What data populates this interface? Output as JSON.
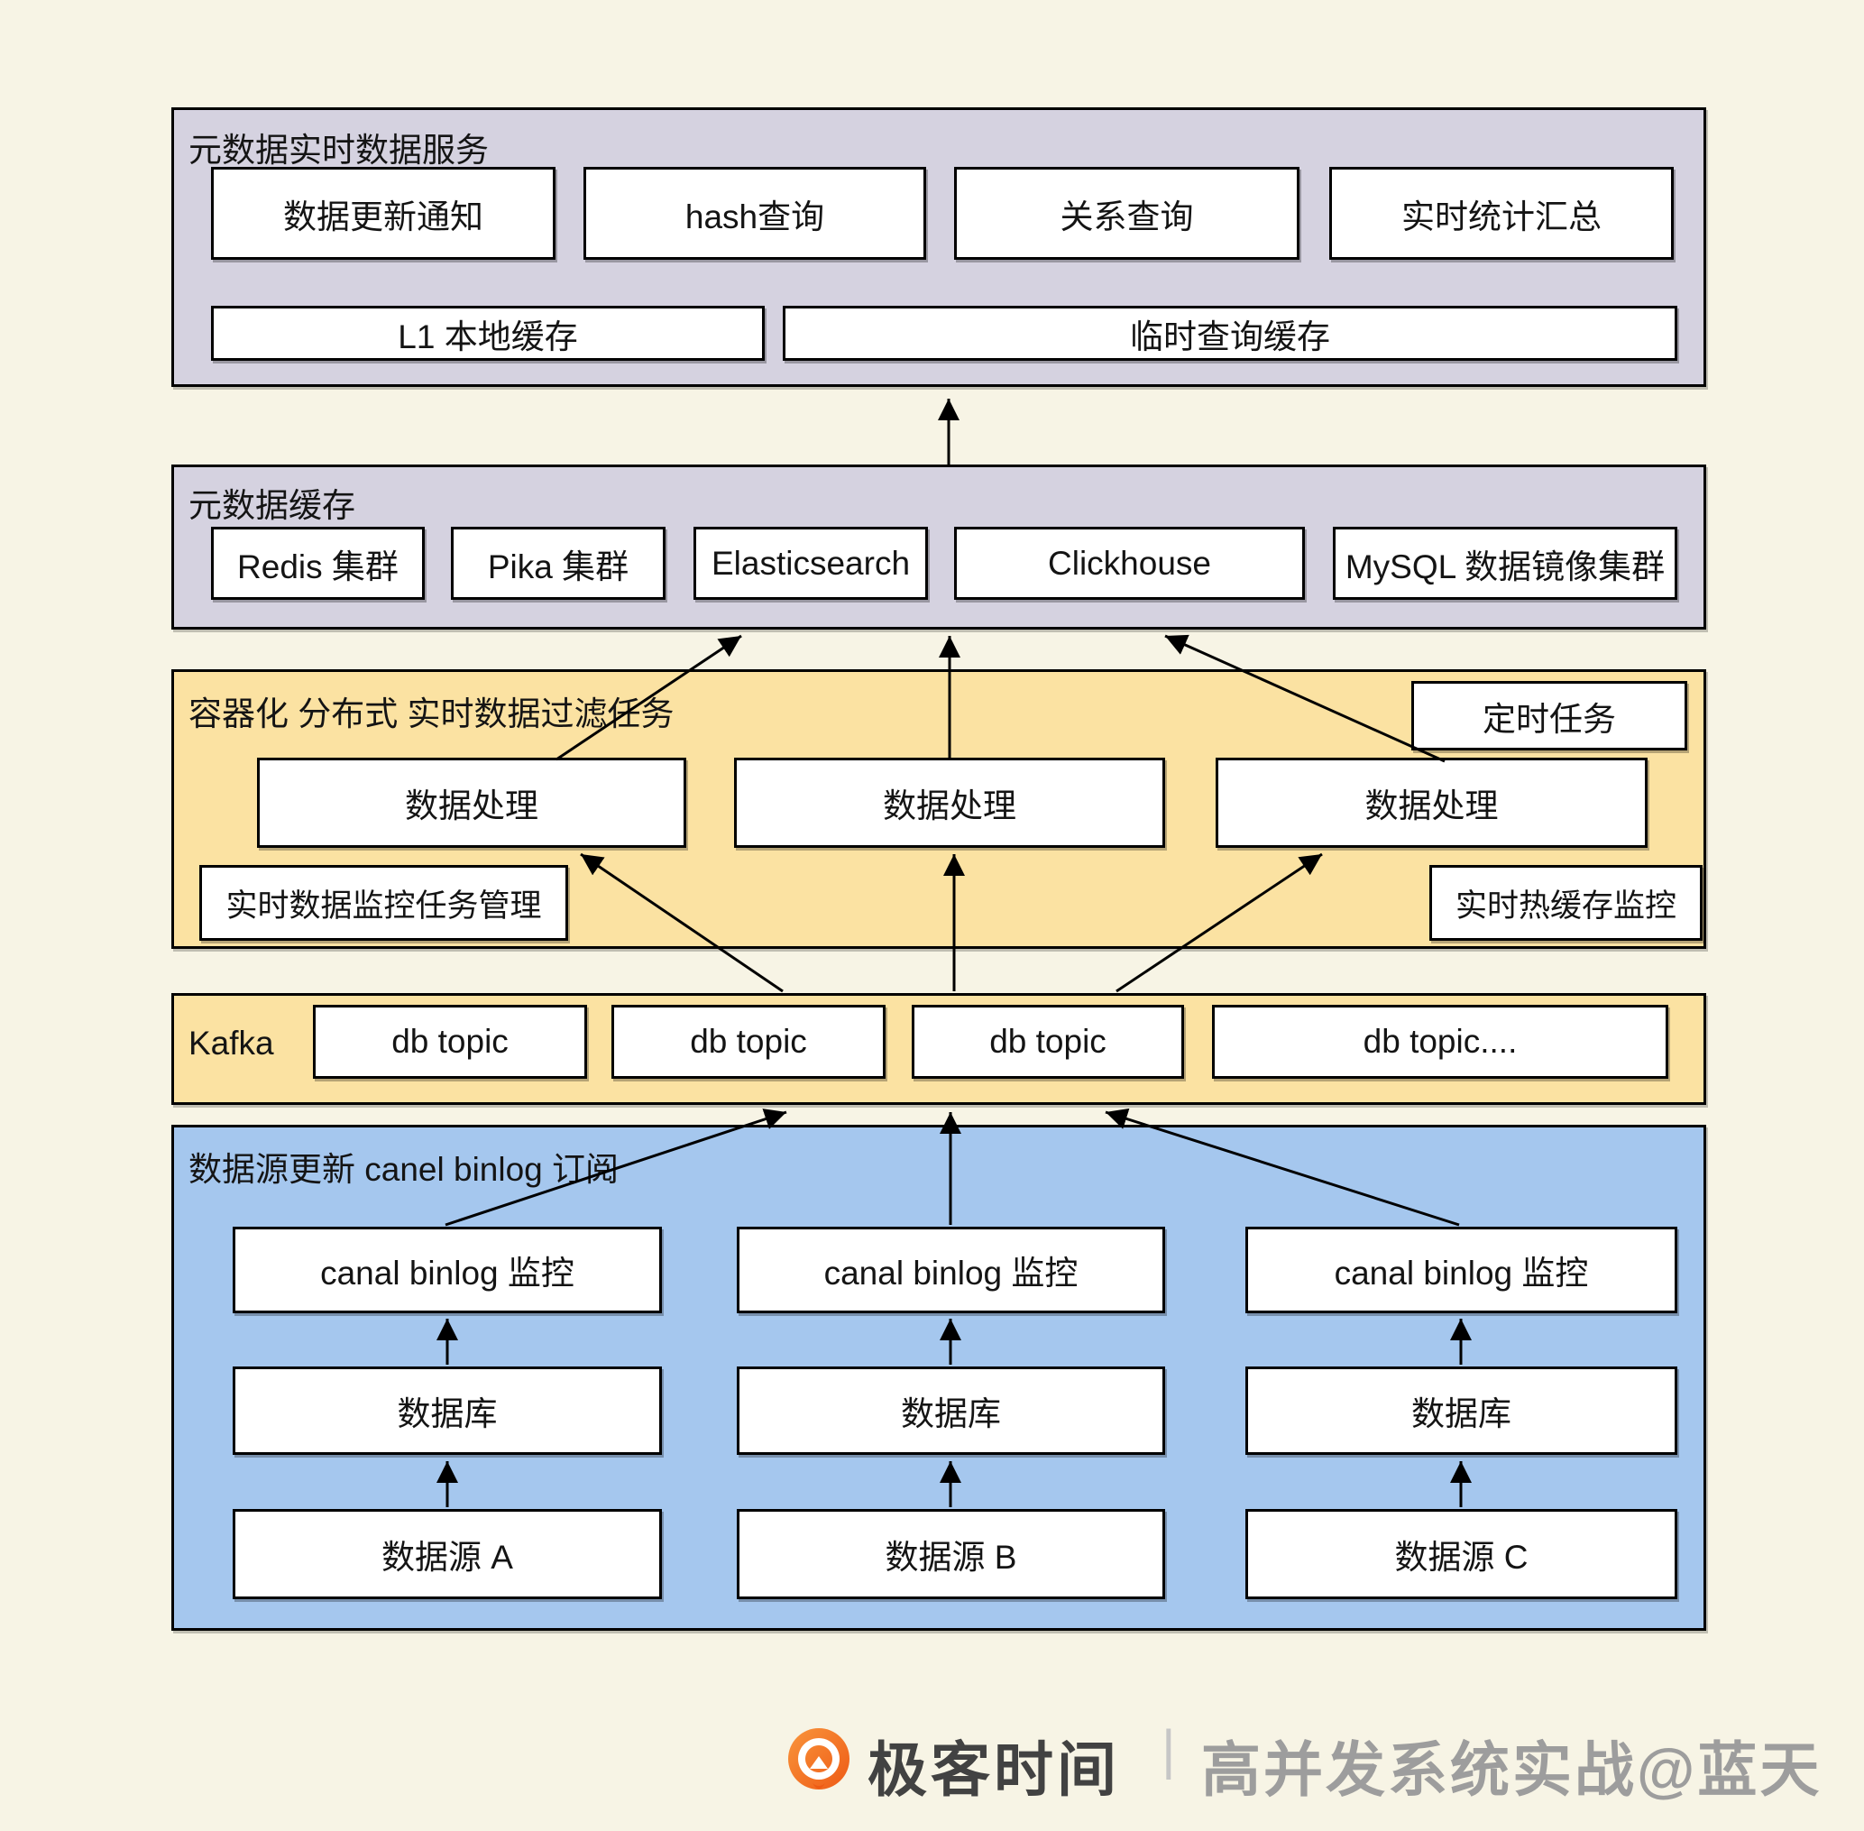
{
  "colors": {
    "background": "#f7f4e5",
    "layer_purple": "#d5d2e0",
    "layer_yellow": "#fbe2a2",
    "layer_blue": "#a5c7ee",
    "box_fill": "#ffffff",
    "box_border": "#000000",
    "footer_orange": "#f1661d",
    "footer_brand_text": "#424242",
    "footer_credit_text": "#9d9d9d"
  },
  "layers": {
    "service": {
      "title": "元数据实时数据服务",
      "row1": [
        "数据更新通知",
        "hash查询",
        "关系查询",
        "实时统计汇总"
      ],
      "row2": [
        "L1 本地缓存",
        "临时查询缓存"
      ]
    },
    "cache": {
      "title": "元数据缓存",
      "boxes": [
        "Redis 集群",
        "Pika 集群",
        "Elasticsearch",
        "Clickhouse",
        "MySQL 数据镜像集群"
      ]
    },
    "filter": {
      "title": "容器化 分布式 实时数据过滤任务",
      "timer": "定时任务",
      "processors": [
        "数据处理",
        "数据处理",
        "数据处理"
      ],
      "monitor_left": "实时数据监控任务管理",
      "monitor_right": "实时热缓存监控"
    },
    "kafka": {
      "title": "Kafka",
      "topics": [
        "db topic",
        "db topic",
        "db topic",
        "db topic...."
      ]
    },
    "source": {
      "title": "数据源更新 canel binlog 订阅",
      "columns": [
        {
          "monitor": "canal binlog 监控",
          "db": "数据库",
          "source": "数据源 A"
        },
        {
          "monitor": "canal binlog 监控",
          "db": "数据库",
          "source": "数据源 B"
        },
        {
          "monitor": "canal binlog 监控",
          "db": "数据库",
          "source": "数据源 C"
        }
      ]
    }
  },
  "footer": {
    "brand": "极客时间",
    "divider": "|",
    "credit": "高并发系统实战@蓝天"
  }
}
